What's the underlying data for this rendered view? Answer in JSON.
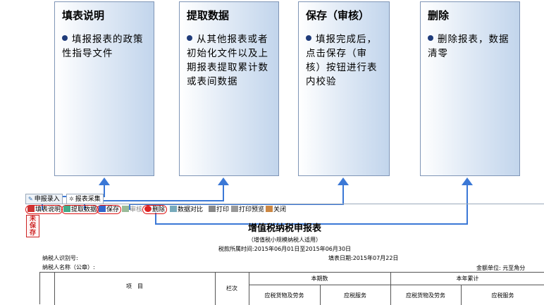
{
  "callouts": [
    {
      "title": "填表说明",
      "text": "填报报表的政策性指导文件"
    },
    {
      "title": "提取数据",
      "text": "从其他报表或者初始化文件以及上期报表提取累计数或表间数据"
    },
    {
      "title": "保存（审核）",
      "text": "填报完成后，点击保存（审核）按钮进行表内校验"
    },
    {
      "title": "删除",
      "text": "删除报表，数据清零"
    }
  ],
  "tabs": [
    "申报录入",
    "报表采集"
  ],
  "toolbar": {
    "fill_help": "填表说明",
    "extract": "提取数据",
    "save": "保存",
    "review": "审核",
    "delete": "删除",
    "compare": "数据对比",
    "print": "打印",
    "preview": "打印预览",
    "close": "关闭"
  },
  "stamp": "未保存",
  "form": {
    "title": "增值税纳税申报表",
    "subtitle": "（增值税小规模纳税人适用）",
    "period": "税款所属时间:2015年06月01日至2015年06月30日",
    "taxpayer_id": "纳税人识别号:",
    "fill_date": "填表日期:2015年07月22日",
    "taxpayer_name": "纳税人名称（公章）:",
    "unit": "金额单位: 元至角分",
    "col_item": "项　目",
    "col_line": "栏次",
    "group_current": "本期数",
    "group_ytd": "本年累计",
    "col_goods": "应税货物及劳务",
    "col_service": "应税服务"
  },
  "colors": {
    "accent_blue": "#3b78d6",
    "callout_border": "#7f95b6",
    "highlight_red": "#d11111"
  }
}
